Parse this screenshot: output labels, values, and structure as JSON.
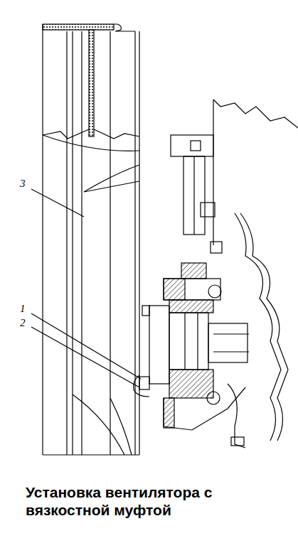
{
  "diagram": {
    "caption": "Установка вентилятора с вязкостной муфтой",
    "labels": [
      "3",
      "1",
      "2"
    ]
  }
}
